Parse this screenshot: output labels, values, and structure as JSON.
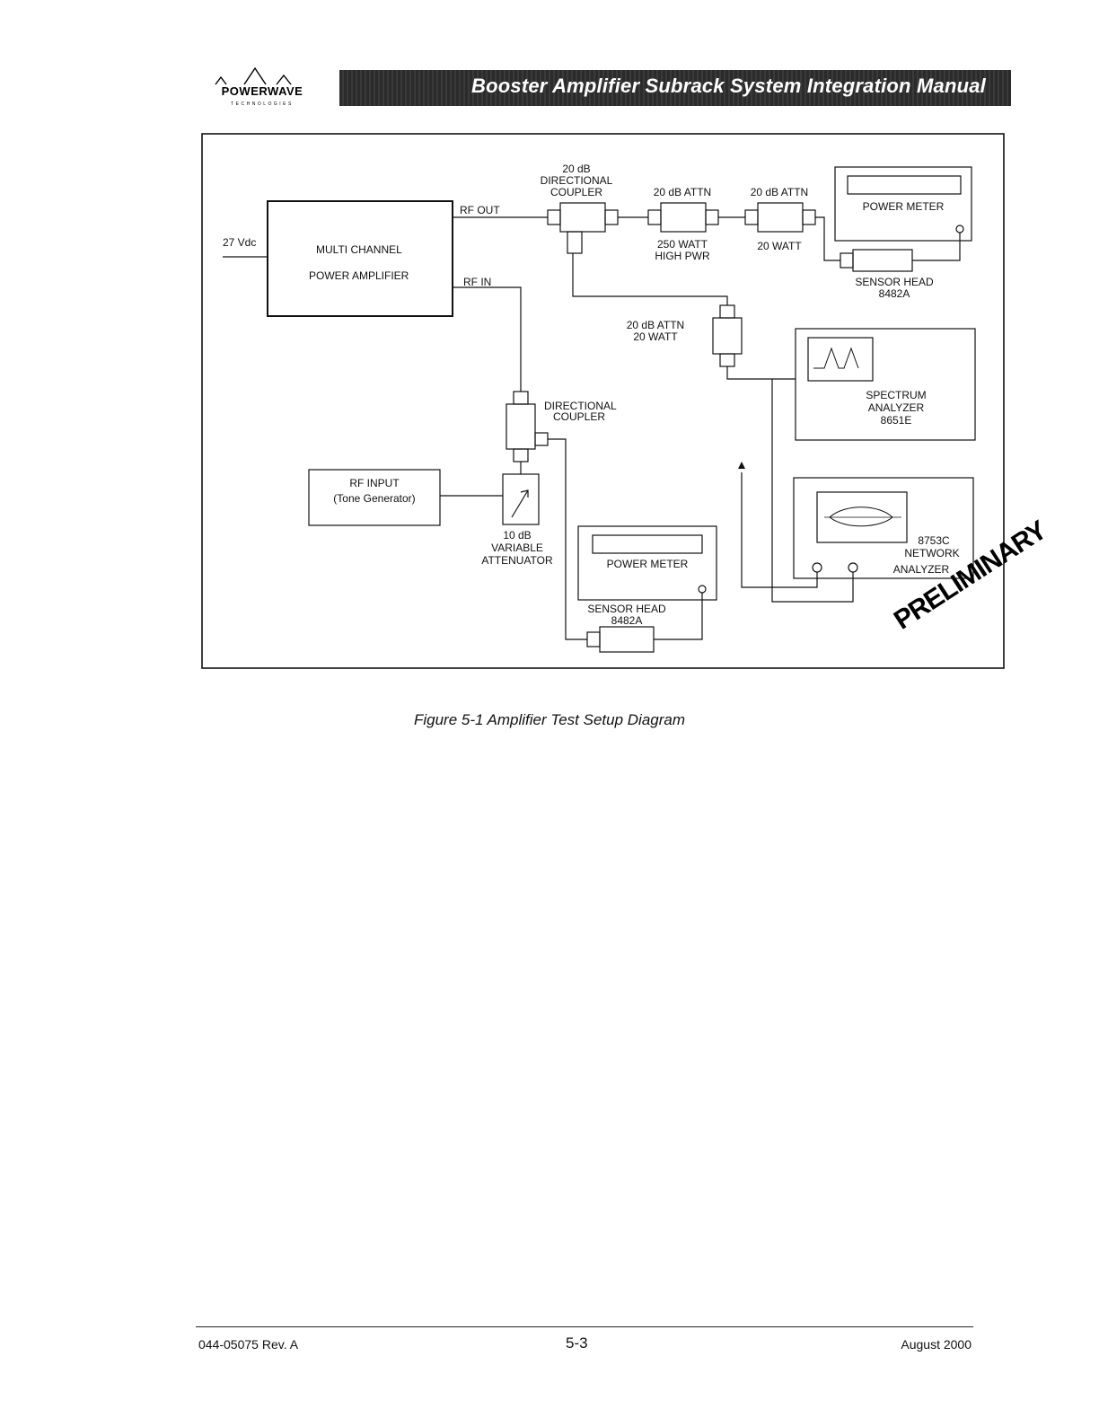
{
  "header": {
    "logo_text": "POWERWAVE",
    "logo_subtext": "TECHNOLOGIES",
    "title": "Booster Amplifier Subrack System Integration Manual"
  },
  "diagram": {
    "supply": "27 Vdc",
    "amplifier": [
      "MULTI CHANNEL",
      "POWER AMPLIFIER"
    ],
    "rf_out": "RF OUT",
    "rf_in": "RF IN",
    "coupler_top": [
      "20 dB",
      "DIRECTIONAL",
      "COUPLER"
    ],
    "attn1_top": "20 dB ATTN",
    "attn1_bottom": [
      "250 WATT",
      "HIGH PWR"
    ],
    "attn2_top": "20 dB ATTN",
    "attn2_bottom": "20 WATT",
    "power_meter_top": "POWER METER",
    "sensor_head_top": [
      "SENSOR HEAD",
      "8482A"
    ],
    "attn3": [
      "20 dB ATTN",
      "20 WATT"
    ],
    "spectrum_analyzer": [
      "SPECTRUM",
      "ANALYZER",
      "8651E"
    ],
    "directional_coupler_bottom": [
      "DIRECTIONAL",
      "COUPLER"
    ],
    "rf_input": [
      "RF INPUT",
      "(Tone Generator)"
    ],
    "variable_attenuator": [
      "10 dB",
      "VARIABLE",
      "ATTENUATOR"
    ],
    "power_meter_bottom": "POWER METER",
    "sensor_head_bottom": [
      "SENSOR HEAD",
      "8482A"
    ],
    "network_analyzer": [
      "8753C",
      "NETWORK",
      "ANALYZER"
    ]
  },
  "caption": "Figure 5-1   Amplifier Test Setup Diagram",
  "stamp": "PRELIMINARY",
  "footer": {
    "left": "044-05075  Rev. A",
    "center": "5-3",
    "right": "August 2000"
  }
}
